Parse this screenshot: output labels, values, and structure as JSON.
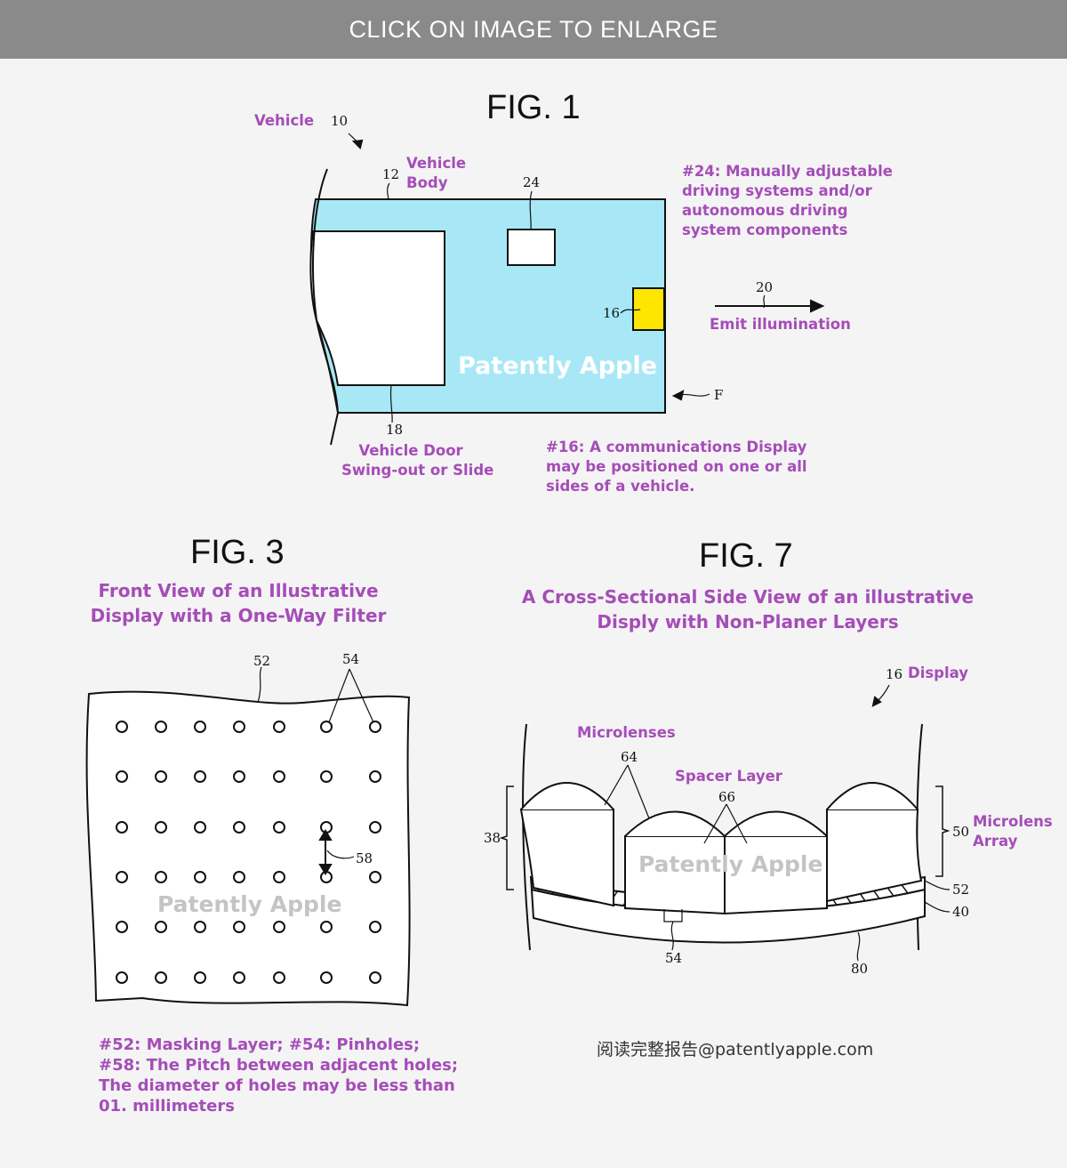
{
  "banner": "CLICK ON IMAGE TO ENLARGE",
  "fig1": {
    "title": "FIG. 1",
    "vehicle_label": "Vehicle",
    "vehicle_num": "10",
    "body_label": [
      "Vehicle",
      "Body"
    ],
    "body_num": "12",
    "num_24": "24",
    "num_16": "16",
    "num_18": "18",
    "num_20": "20",
    "num_F": "F",
    "note_24": [
      "#24: Manually adjustable",
      "driving systems and/or",
      "autonomous driving",
      "system components"
    ],
    "emit": "Emit illumination",
    "door": [
      "Vehicle Door",
      "Swing-out or Slide"
    ],
    "note_16": [
      "#16: A communications Display",
      "may be positioned on one or all",
      "sides of a vehicle."
    ],
    "watermark": "Patently Apple",
    "colors": {
      "body": "#a8e8f6",
      "display": "#ffe600"
    }
  },
  "fig3": {
    "title": "FIG. 3",
    "subtitle": [
      "Front View of an Illustrative",
      "Display with a One-Way Filter"
    ],
    "num_52": "52",
    "num_54": "54",
    "num_58": "58",
    "watermark": "Patently Apple",
    "notes": [
      "#52: Masking Layer; #54: Pinholes;",
      "#58: The Pitch between adjacent holes;",
      "The diameter of holes may be less than",
      "01. millimeters"
    ]
  },
  "fig7": {
    "title": "FIG. 7",
    "subtitle": [
      "A Cross-Sectional Side View of an illustrative",
      "Disply with Non-Planer Layers"
    ],
    "display_num": "16",
    "display_label": "Display",
    "microlenses": "Microlenses",
    "num_64": "64",
    "spacer": "Spacer Layer",
    "num_66": "66",
    "num_38": "38",
    "num_50": "50",
    "array_label": [
      "Microlens",
      "Array"
    ],
    "num_52": "52",
    "num_40": "40",
    "num_54": "54",
    "num_80": "80",
    "watermark": "Patently Apple"
  },
  "footer": "阅读完整报告@patentlyapple.com",
  "accent": "#a54db8"
}
